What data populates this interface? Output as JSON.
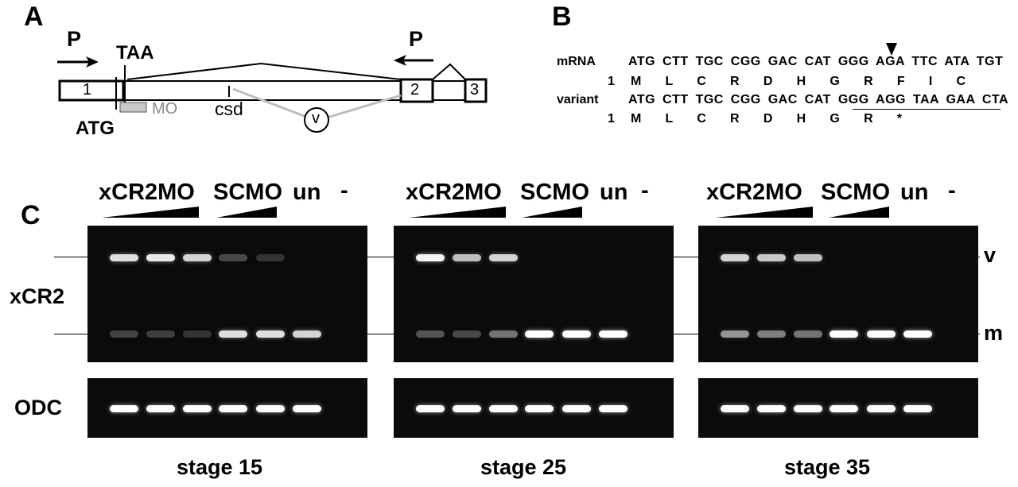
{
  "panel_labels": {
    "a": "A",
    "b": "B",
    "c": "C"
  },
  "panel_a": {
    "primer_left": "P",
    "primer_right": "P",
    "stop_codon": "TAA",
    "start_codon": "ATG",
    "morpholino": "MO",
    "cryptic_site": "csd",
    "variant_mark": "v",
    "exon_1": "1",
    "exon_2": "2",
    "exon_3": "3",
    "colors": {
      "morpholino_fill": "#c8c8c8",
      "morpholino_text": "#888888",
      "variant_splice": "#bdbdbd"
    }
  },
  "panel_b": {
    "rows": [
      {
        "label": "mRNA",
        "text": "ATG CTT TGC CGG GAC CAT GGG AGA TTC ATA  TGT"
      },
      {
        "label": "1",
        "text": "M     L     C     R     D     H     G     R     F     I     C"
      },
      {
        "label": "variant",
        "text": "ATG CTT TGC CGG GAC CAT GGG AGG TAA GAA CTA"
      },
      {
        "label": "1",
        "text": "M     L     C     R     D     H     G     R     *"
      }
    ]
  },
  "panel_c": {
    "lane_groups": [
      "xCR2MO",
      "SCMO",
      "un",
      "-"
    ],
    "row_labels": {
      "top": "xCR2",
      "bottom": "ODC"
    },
    "markers": {
      "upper": "v",
      "lower": "m"
    },
    "stages": [
      "stage 15",
      "stage 25",
      "stage 35"
    ],
    "band_intensity_variant": [
      [
        0.85,
        0.9,
        0.8,
        0.15,
        0.05,
        0.0
      ],
      [
        0.95,
        0.7,
        0.8,
        0.0,
        0.0,
        0.0
      ],
      [
        0.8,
        0.75,
        0.7,
        0.0,
        0.0,
        0.0
      ]
    ],
    "band_intensity_mature": [
      [
        0.12,
        0.1,
        0.05,
        0.85,
        0.85,
        0.8
      ],
      [
        0.2,
        0.15,
        0.35,
        1.0,
        1.0,
        1.0
      ],
      [
        0.5,
        0.4,
        0.35,
        1.0,
        1.0,
        1.0
      ]
    ],
    "band_intensity_odc": [
      [
        1.0,
        1.0,
        1.0,
        1.0,
        1.0,
        1.0
      ],
      [
        1.0,
        1.0,
        1.0,
        1.0,
        1.0,
        1.0
      ],
      [
        1.0,
        1.0,
        1.0,
        1.0,
        1.0,
        1.0
      ]
    ]
  }
}
